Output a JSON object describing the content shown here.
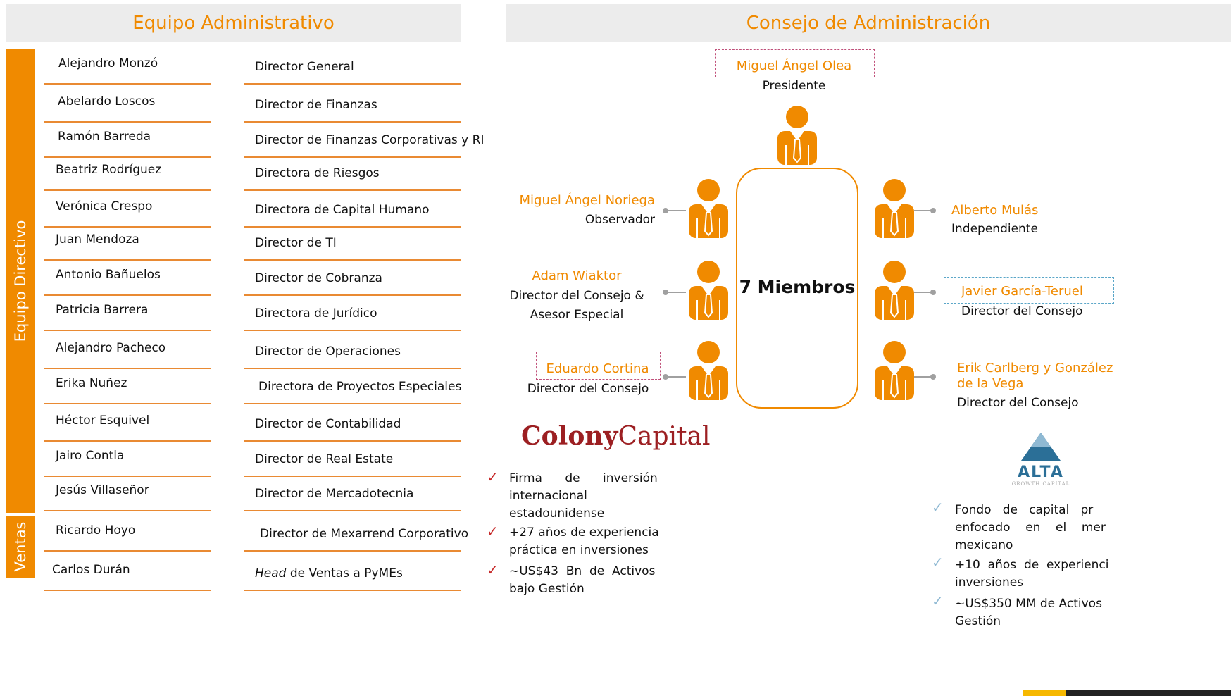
{
  "left_header": "Equipo Administrativo",
  "right_header": "Consejo de Administración",
  "side_labels": {
    "directivo": "Equipo Directivo",
    "ventas": "Ventas"
  },
  "team": [
    {
      "name": "Alejandro Monzó",
      "title": "Director General"
    },
    {
      "name": "Abelardo Loscos",
      "title": "Director de Finanzas"
    },
    {
      "name": "Ramón Barreda",
      "title": "Director de Finanzas Corporativas y RI"
    },
    {
      "name": "Beatriz Rodríguez",
      "title": "Directora de Riesgos"
    },
    {
      "name": "Verónica Crespo",
      "title": "Directora de Capital Humano"
    },
    {
      "name": "Juan Mendoza",
      "title": "Director de TI"
    },
    {
      "name": "Antonio Bañuelos",
      "title": "Director de Cobranza"
    },
    {
      "name": "Patricia Barrera",
      "title": "Directora de Jurídico"
    },
    {
      "name": "Alejandro Pacheco",
      "title": "Director de Operaciones"
    },
    {
      "name": "Erika Nuñez",
      "title": "Directora de Proyectos Especiales"
    },
    {
      "name": "Héctor Esquivel",
      "title": "Director de Contabilidad"
    },
    {
      "name": "Jairo Contla",
      "title": "Director de Real Estate"
    },
    {
      "name": "Jesús Villaseñor",
      "title": "Director de Mercadotecnia"
    },
    {
      "name": "Ricardo Hoyo",
      "title": "Director de Mexarrend Corporativo"
    },
    {
      "name": "Carlos Durán",
      "title_italic": "Head",
      "title": " de Ventas a PyMEs"
    }
  ],
  "board": {
    "center_label": "7 Miembros",
    "president": {
      "name": "Miguel Ángel Olea",
      "role": "Presidente"
    },
    "noriega": {
      "name": "Miguel Ángel Noriega",
      "role": "Observador"
    },
    "wiaktor": {
      "name": "Adam Wiaktor",
      "role1": "Director del Consejo &",
      "role2": "Asesor Especial"
    },
    "cortina": {
      "name": "Eduardo Cortina",
      "role": "Director del Consejo"
    },
    "mulas": {
      "name": "Alberto Mulás",
      "role": "Independiente"
    },
    "teruel": {
      "name": "Javier García-Teruel",
      "role": "Director del Consejo"
    },
    "carlberg": {
      "name1": "Erik Carlberg y González",
      "name2": "de la Vega",
      "role": "Director del Consejo"
    }
  },
  "colony": {
    "logo_bold": "Colony",
    "logo_light": "Capital",
    "bullets": [
      [
        "Firma      de      inversión",
        "internacional",
        "estadounidense"
      ],
      [
        "+27 años de experiencia",
        "práctica en inversiones"
      ],
      [
        "~US$43  Bn  de  Activos",
        "bajo Gestión"
      ]
    ]
  },
  "alta": {
    "logo_text": "ALTA",
    "logo_sub": "GROWTH CAPITAL",
    "bullets": [
      [
        "Fondo   de   capital   pr",
        "enfocado    en    el    mer",
        "mexicano"
      ],
      [
        "+10  años  de  experienci",
        "inversiones"
      ],
      [
        "~US$350 MM de Activos",
        "Gestión"
      ]
    ]
  },
  "colors": {
    "accent": "#f08a00",
    "header_bg": "#ececec",
    "line": "#e98a33"
  }
}
